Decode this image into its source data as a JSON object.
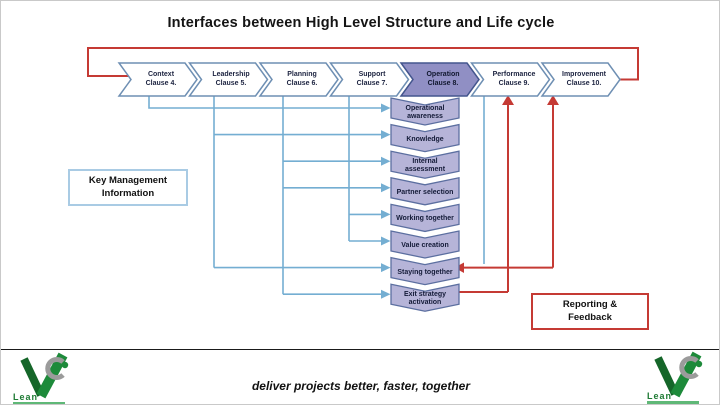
{
  "title": "Interfaces between High Level Structure and Life cycle",
  "top_row": {
    "items": [
      {
        "line1": "Context",
        "line2": "Clause 4."
      },
      {
        "line1": "Leadership",
        "line2": "Clause 5."
      },
      {
        "line1": "Planning",
        "line2": "Clause 6."
      },
      {
        "line1": "Support",
        "line2": "Clause 7."
      },
      {
        "line1": "Operation",
        "line2": "Clause 8."
      },
      {
        "line1": "Performance",
        "line2": "Clause 9."
      },
      {
        "line1": "Improvement",
        "line2": "Clause 10."
      }
    ]
  },
  "stack": {
    "items": [
      {
        "label": "Operational awareness"
      },
      {
        "label": "Knowledge"
      },
      {
        "label": "Internal assessment"
      },
      {
        "label": "Partner selection"
      },
      {
        "label": "Working together"
      },
      {
        "label": "Value creation"
      },
      {
        "label": "Staying together"
      },
      {
        "label": "Exit strategy activation"
      }
    ]
  },
  "kmi_box": {
    "line1": "Key Management",
    "line2": "Information"
  },
  "reporting_box": {
    "line1": "Reporting &",
    "line2": "Feedback"
  },
  "footer": {
    "tagline": "deliver projects better, faster, together",
    "logo_text": "Lean"
  },
  "colors": {
    "feedback_red": "#c53a34",
    "info_blue": "#74aed2",
    "chevron_border": "#6e8fb3",
    "operation_fill": "#908fc4",
    "stage_fill": "#b6b4d8",
    "stage_border": "#5c6fa0",
    "kmi_border": "#a9cbe4",
    "logo_green": "#1d8a3a"
  }
}
